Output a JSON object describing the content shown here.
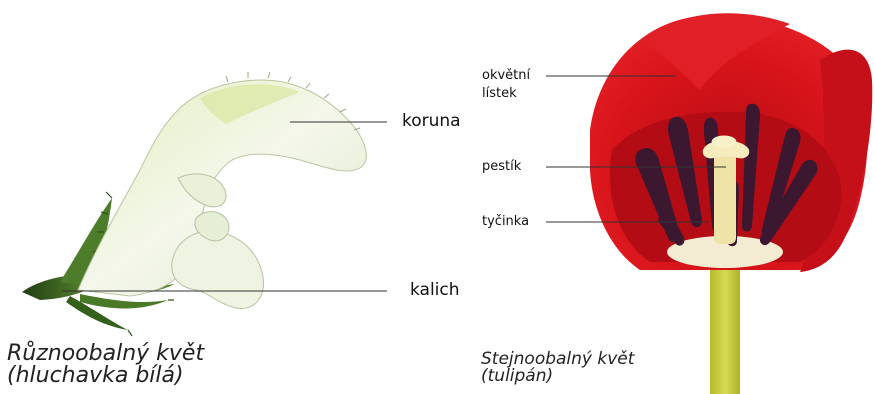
{
  "left_flower": {
    "labels": {
      "corolla": "koruna",
      "calyx": "kalich"
    },
    "caption": {
      "line1": "Různoobalný květ",
      "line2": "(hluchavka bílá)"
    }
  },
  "right_flower": {
    "labels": {
      "tepal_line1": "okvětní",
      "tepal_line2": "lístek",
      "pistil": "pestík",
      "stamen": "tyčinka"
    },
    "caption": {
      "line1": "Stejnoobalný květ",
      "line2": "(tulipán)"
    }
  },
  "colors": {
    "tulip_red": "#d7141a",
    "tulip_dark_red": "#a50c12",
    "anther_purple": "#3b1830",
    "pistil_cream": "#f2e6b0",
    "stem_green": "#c8cc3a",
    "corolla_pale": "#eef4d8",
    "calyx_green": "#3f6e22",
    "leader_line": "#333333"
  }
}
